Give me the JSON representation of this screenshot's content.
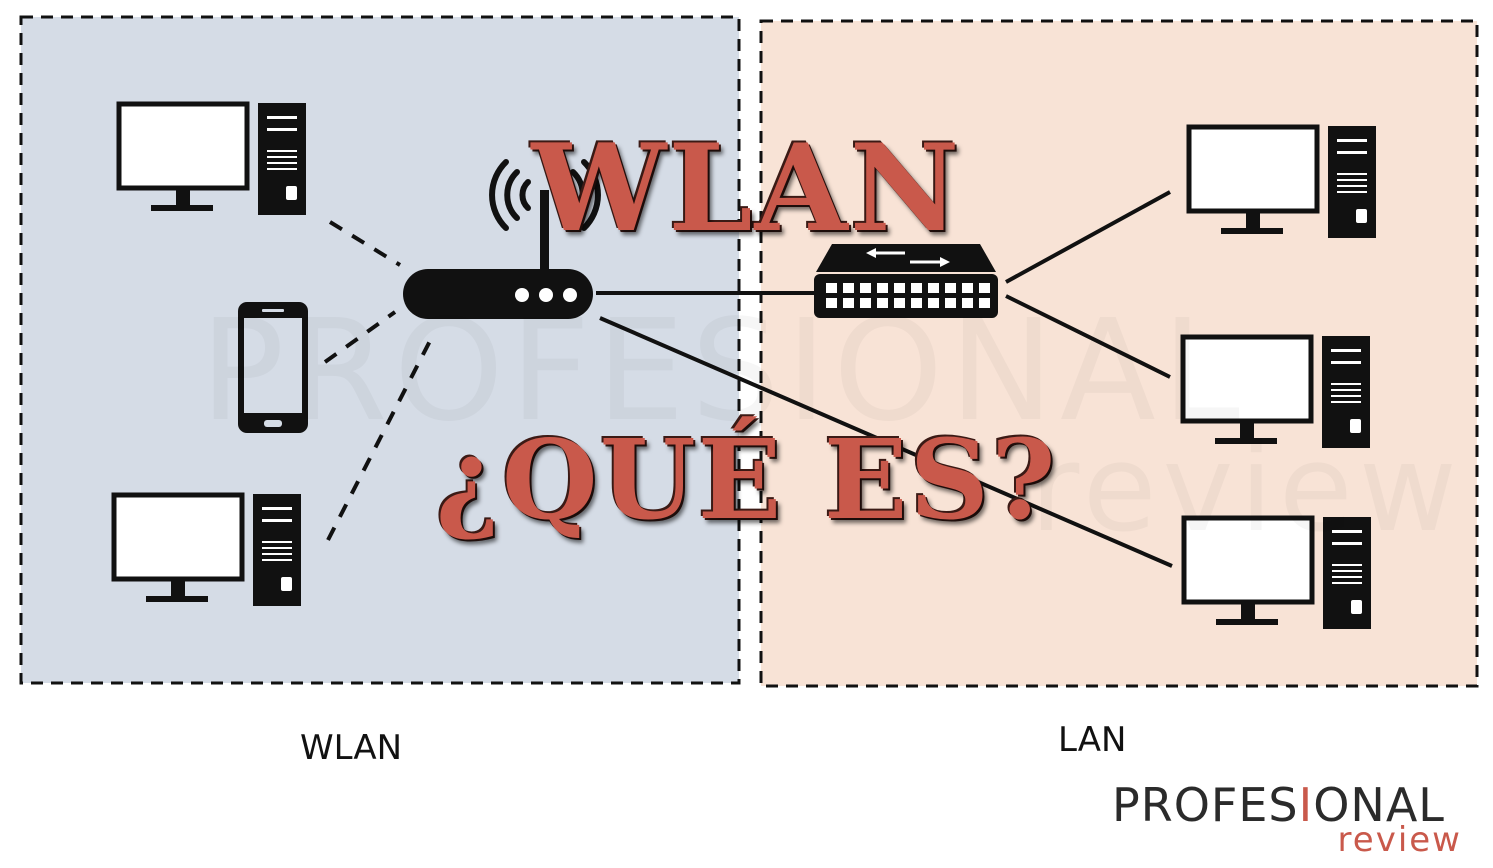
{
  "zones": {
    "wlan_label": "WLAN",
    "lan_label": "LAN",
    "wlan_color": "#d5dce6",
    "lan_color": "#f8e3d6"
  },
  "headline": {
    "line1": "WLAN",
    "line2": "¿QUÉ ES?",
    "color": "#c9594b"
  },
  "logo": {
    "main_before": "PROFES",
    "main_o": "I",
    "main_after": "ONAL",
    "sub": "review",
    "accent": "#c9594b"
  },
  "watermark": {
    "main": "PROFESIONAL",
    "sub": "review"
  },
  "icons": {
    "wlan_devices": [
      "desktop-computer-icon",
      "smartphone-icon",
      "desktop-computer-icon"
    ],
    "router": "wifi-router-icon",
    "switch": "network-switch-icon",
    "lan_devices": [
      "desktop-computer-icon",
      "desktop-computer-icon",
      "desktop-computer-icon"
    ]
  }
}
